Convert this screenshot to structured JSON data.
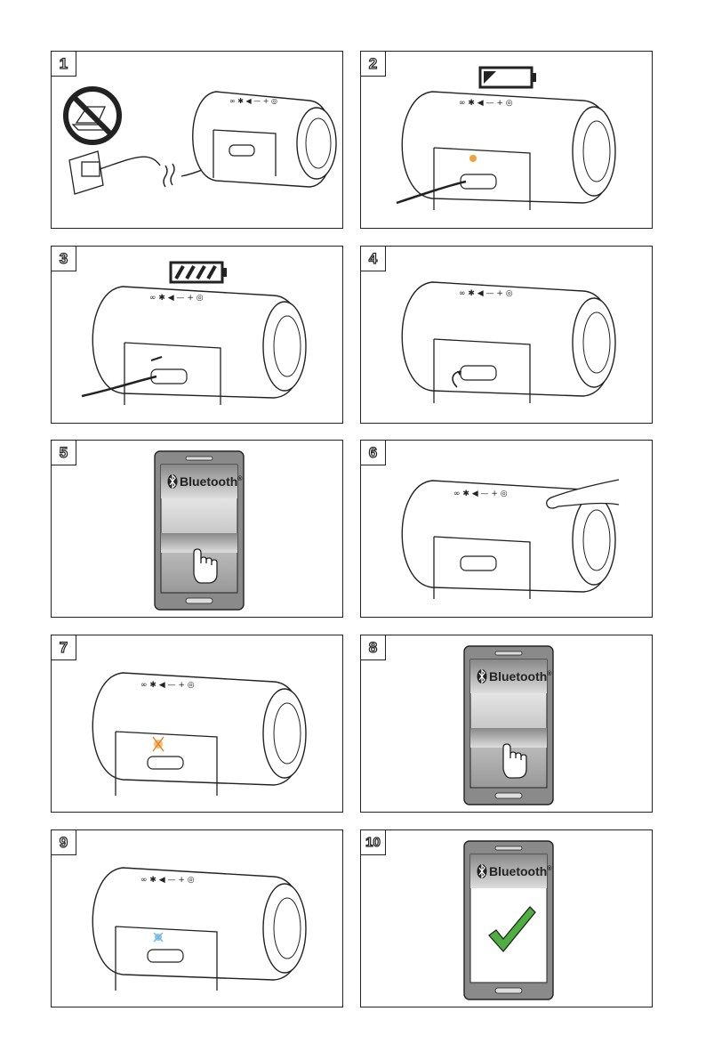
{
  "steps": [
    {
      "number": "1",
      "scene": "unplug-laptop-use-wall-charger"
    },
    {
      "number": "2",
      "scene": "charging-low-battery"
    },
    {
      "number": "3",
      "scene": "charged-full-battery"
    },
    {
      "number": "4",
      "scene": "close-port-cover"
    },
    {
      "number": "5",
      "scene": "phone-bluetooth-menu"
    },
    {
      "number": "6",
      "scene": "press-bluetooth-button"
    },
    {
      "number": "7",
      "scene": "led-blinking-orange"
    },
    {
      "number": "8",
      "scene": "phone-select-device"
    },
    {
      "number": "9",
      "scene": "led-blue-paired"
    },
    {
      "number": "10",
      "scene": "phone-connected-check"
    }
  ],
  "phone": {
    "brand_label": "Bluetooth",
    "trademark": "®"
  },
  "colors": {
    "outline": "#222222",
    "led_orange": "#f2a23a",
    "led_blue": "#6fb8e6",
    "check_green": "#4caf3e",
    "phone_body": "#8a8a8a"
  },
  "icons": {
    "no_laptop": "prohibited-laptop-icon",
    "battery_low": "battery-low-icon",
    "battery_full": "battery-full-icon",
    "hand": "hand-pointer-icon",
    "bluetooth": "bluetooth-icon",
    "check": "checkmark-icon"
  }
}
